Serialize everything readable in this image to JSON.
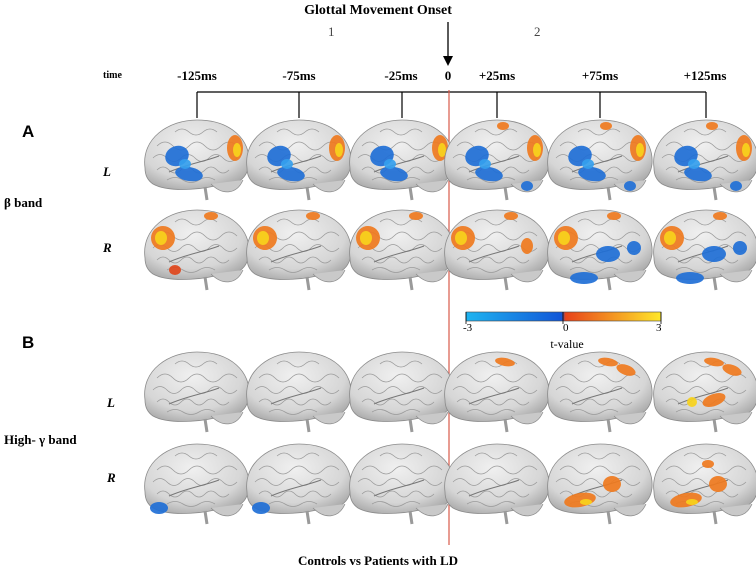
{
  "header": {
    "title": "Glottal Movement Onset",
    "phase1": "1",
    "phase2": "2",
    "time_label": "time"
  },
  "time_points": [
    "-125ms",
    "-75ms",
    "-25ms",
    "0",
    "+25ms",
    "+75ms",
    "+125ms"
  ],
  "panels": {
    "a": {
      "label": "A",
      "band": "β band",
      "left": "L",
      "right": "R"
    },
    "b": {
      "label": "B",
      "band": "High- γ band",
      "left": "L",
      "right": "R"
    }
  },
  "colorbar": {
    "min": "-3",
    "mid": "0",
    "max": "3",
    "label": "t-value",
    "colors": [
      "#1fb4f0",
      "#1256d8",
      "#e8431a",
      "#ffe82a"
    ]
  },
  "footer": "Controls vs Patients with LD",
  "colors": {
    "onset_line": "#d95a4a",
    "brain": "#d9d9d9",
    "blue": "#1f6fd6",
    "orange": "#ef7a1e",
    "yellow": "#f7d21c"
  }
}
